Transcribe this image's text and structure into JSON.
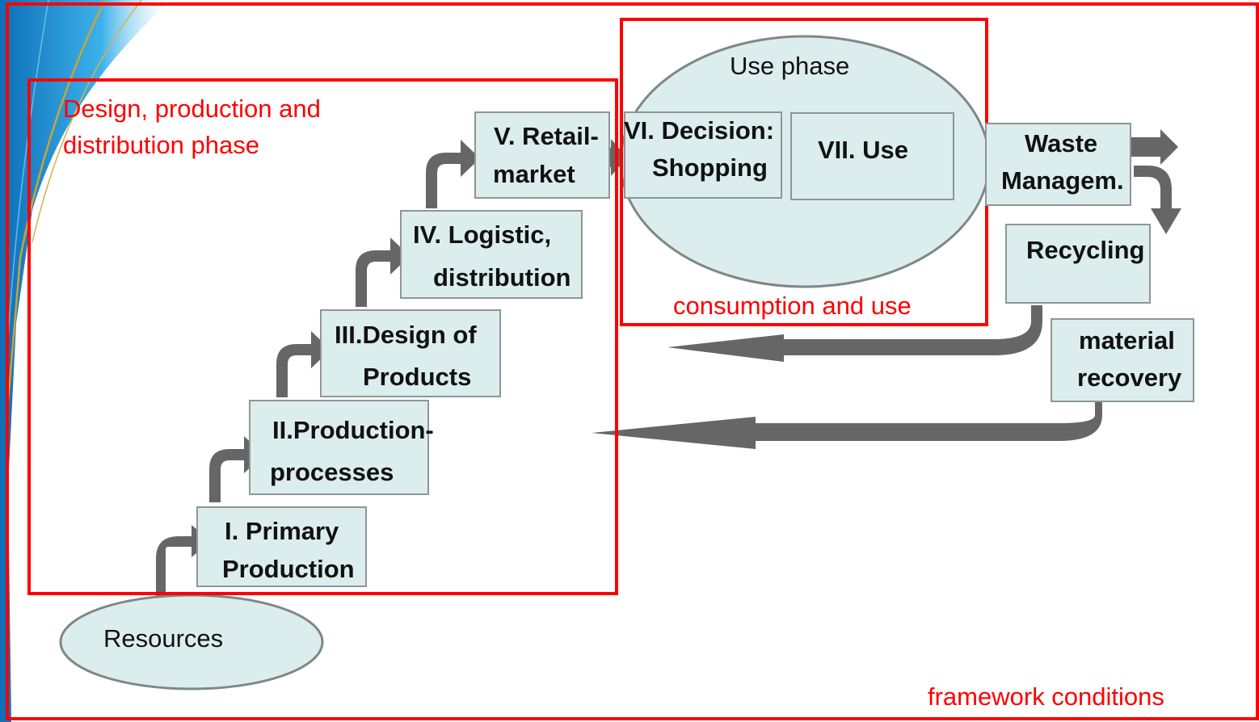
{
  "labels": {
    "phase_design": [
      "Design, production and",
      "distribution phase"
    ],
    "phase_use": "Use phase",
    "consumption": "consumption and use",
    "framework": "framework conditions",
    "resources": "Resources"
  },
  "steps": {
    "primary": [
      "I. Primary",
      "Production"
    ],
    "production": [
      "II.Production-",
      "processes"
    ],
    "design": [
      "III.Design of",
      "Products"
    ],
    "logistic": [
      "IV. Logistic,",
      "distribution"
    ],
    "retail": [
      "V. Retail-",
      "market"
    ],
    "decision": [
      "VI.  Decision:",
      "Shopping"
    ],
    "use": "VII.  Use",
    "waste": [
      "Waste",
      "Managem."
    ],
    "recycling": "Recycling",
    "recovery": [
      "material",
      "recovery"
    ]
  },
  "colors": {
    "frame": "#ff0000",
    "box_fill": "#dcedee",
    "box_border": "#8e9698",
    "arrow": "#666666",
    "ellipse_fill": "#dcedee",
    "ellipse_border": "#7f8789",
    "ribbon_blue": "#1e8fd6",
    "ribbon_gold": "#c9a437"
  }
}
